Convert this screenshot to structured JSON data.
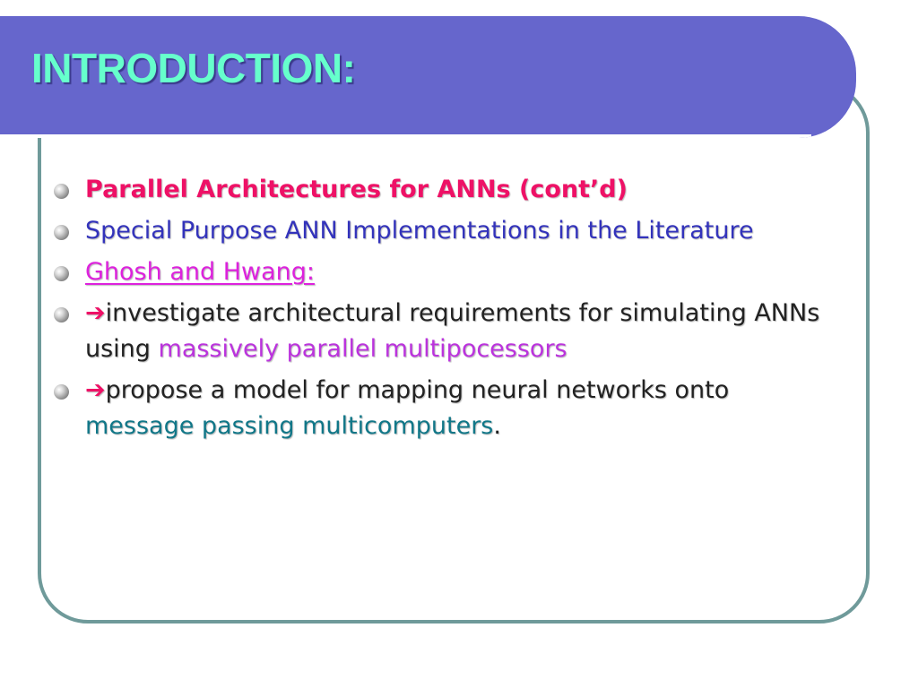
{
  "slide": {
    "title": "INTRODUCTION:",
    "bullets": [
      {
        "text": "Parallel Architectures for ANNs (cont’d)"
      },
      {
        "text": "Special Purpose ANN Implementations in the Literature"
      },
      {
        "text": "Ghosh and Hwang:"
      },
      {
        "arrow": "➔",
        "text_before": "investigate architectural requirements for simulating ANNs using ",
        "highlight": "massively parallel multipocessors"
      },
      {
        "arrow": "➔",
        "text_before": "propose a model for mapping neural networks onto ",
        "highlight": "message passing multicomputers",
        "text_after": "."
      }
    ]
  },
  "colors": {
    "title_banner": "#6666cc",
    "title_text": "#66ffcc",
    "frame_border": "#6f9a9a",
    "bullet_red": "#ee1166",
    "bullet_blue": "#3333bb",
    "bullet_magenta": "#dd22dd",
    "highlight_violet": "#bb33dd",
    "highlight_teal": "#117788"
  }
}
